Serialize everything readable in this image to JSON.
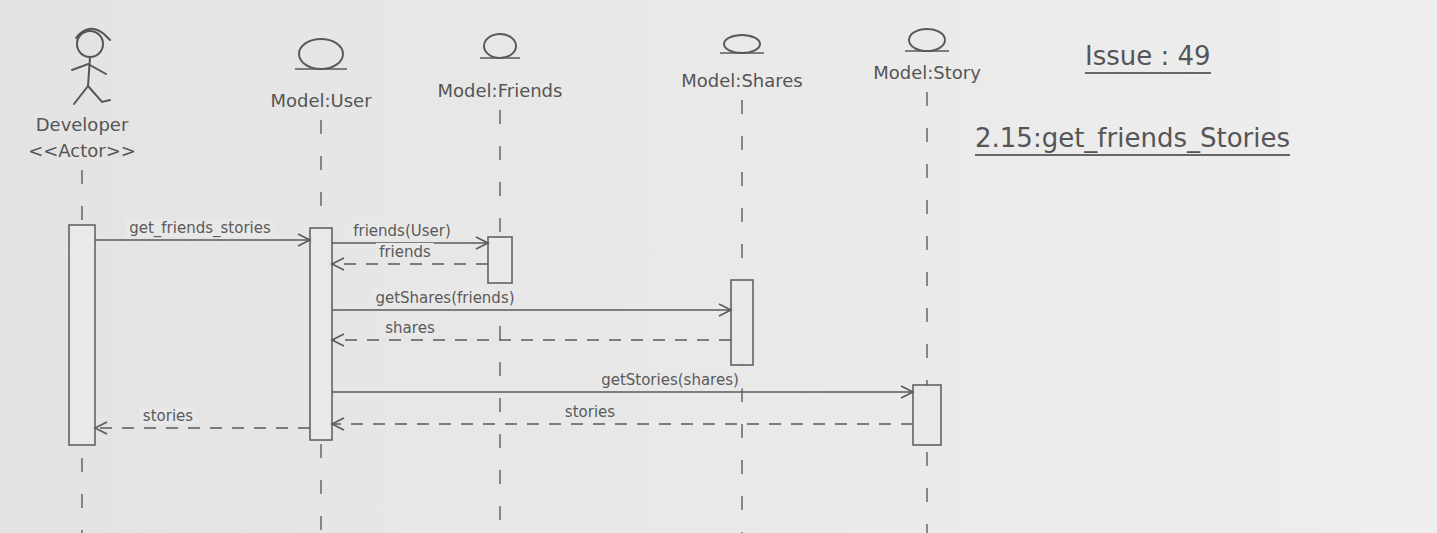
{
  "diagram": {
    "nodes": [
      {
        "text": [
          "Developer",
          "<<Actor>>"
        ]
      },
      {
        "text": [
          "Model:User"
        ]
      },
      {
        "text": [
          "Model:Friends"
        ]
      },
      {
        "text": [
          "Model:Shares"
        ]
      },
      {
        "text": [
          "Model:Story"
        ]
      }
    ],
    "edges": [
      {
        "from": 0,
        "to": 1,
        "label": "get_friends_stories",
        "arrow": "to"
      },
      {
        "from": 1,
        "to": 2,
        "label": "friends(User)",
        "arrow": "to"
      },
      {
        "from": 2,
        "to": 1,
        "label": "friends",
        "arrow": "to"
      },
      {
        "from": 1,
        "to": 3,
        "label": "getShares(friends)",
        "arrow": "to"
      },
      {
        "from": 3,
        "to": 1,
        "label": "shares",
        "arrow": "to"
      },
      {
        "from": 1,
        "to": 4,
        "label": "getStories(shares)",
        "arrow": "to"
      },
      {
        "from": 4,
        "to": 1,
        "label": "stories",
        "arrow": "to"
      },
      {
        "from": 1,
        "to": 0,
        "label": "stories",
        "arrow": "to"
      }
    ],
    "labels": [
      "Issue : 49",
      "2.15:get_friends_Stories"
    ]
  }
}
